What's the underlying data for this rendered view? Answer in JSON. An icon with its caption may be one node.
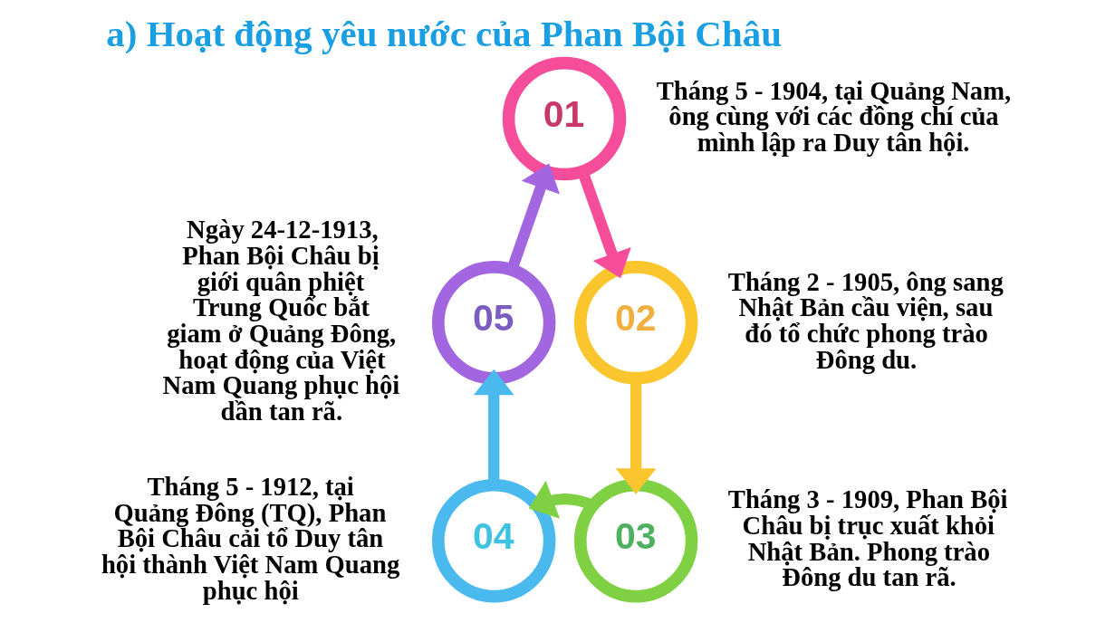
{
  "diagram": {
    "title": "a) Hoạt động yêu nước của Phan Bội Châu",
    "nodes": [
      {
        "text": [
          "01"
        ],
        "beside": [
          "Tháng 5 - 1904, tại Quảng Nam, ông cùng với các đồng chí của mình lập ra Duy tân hội."
        ]
      },
      {
        "text": [
          "02"
        ],
        "beside": [
          "Tháng 2 - 1905, ông sang Nhật Bản cầu viện, sau đó tổ chức phong trào Đông du."
        ]
      },
      {
        "text": [
          "03"
        ],
        "beside": [
          "Tháng 3 - 1909, Phan Bội Châu bị trục xuất khỏi Nhật Bản. Phong trào Đông du tan rã."
        ]
      },
      {
        "text": [
          "04"
        ],
        "beside": [
          "Tháng 5 - 1912, tại Quảng Đông (TQ), Phan Bội Châu cải tổ Duy tân hội thành Việt Nam Quang phục hội"
        ]
      },
      {
        "text": [
          "05"
        ],
        "beside": [
          "Ngày 24-12-1913, Phan Bội Châu bị giới quân phiệt Trung Quốc bắt giam ở Quảng Đông, hoạt động của Việt Nam Quang phục hội dần tan rã."
        ]
      }
    ],
    "edges": [
      {
        "from": 0,
        "to": 1,
        "arrow": "to",
        "color": "#f54d9a"
      },
      {
        "from": 1,
        "to": 2,
        "arrow": "to",
        "color": "#fbc52d"
      },
      {
        "from": 2,
        "to": 3,
        "arrow": "to",
        "color": "#7fd143"
      },
      {
        "from": 3,
        "to": 4,
        "arrow": "to",
        "color": "#49b9ee"
      },
      {
        "from": 4,
        "to": 0,
        "arrow": "to",
        "color": "#a166e0"
      }
    ]
  }
}
